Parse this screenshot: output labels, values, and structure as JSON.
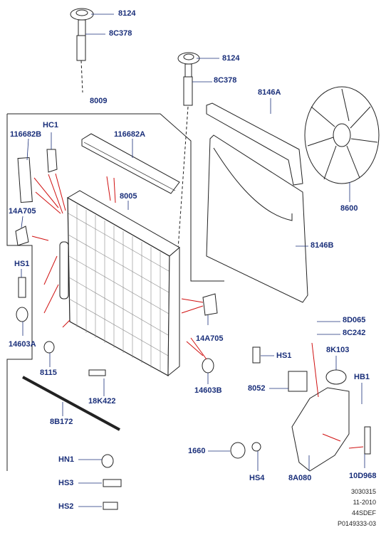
{
  "part_labels": {
    "p8124_top": "8124",
    "p8c378_top": "8C378",
    "p8124_mid": "8124",
    "p8c378_mid": "8C378",
    "p8009": "8009",
    "p8146a": "8146A",
    "p116682b": "116682B",
    "phc1": "HC1",
    "p116682a": "116682A",
    "p8005": "8005",
    "p8600": "8600",
    "p14a705_left": "14A705",
    "p8146b": "8146B",
    "phs1_left": "HS1",
    "p8d065": "8D065",
    "p8c242": "8C242",
    "p14a705_right": "14A705",
    "p14603a": "14603A",
    "phs1_right": "HS1",
    "p8k103": "8K103",
    "p8115": "8115",
    "phb1": "HB1",
    "p8052": "8052",
    "p14603b": "14603B",
    "p18k422": "18K422",
    "p8b172": "8B172",
    "phn1": "HN1",
    "p1660": "1660",
    "p10d968": "10D968",
    "phs4": "HS4",
    "p8a080": "8A080",
    "phs3": "HS3",
    "phs2": "HS2"
  },
  "footer": {
    "line1": "3030315",
    "line2": "11-2010",
    "line3": "44SDEF",
    "line4": "P0149333-03"
  }
}
